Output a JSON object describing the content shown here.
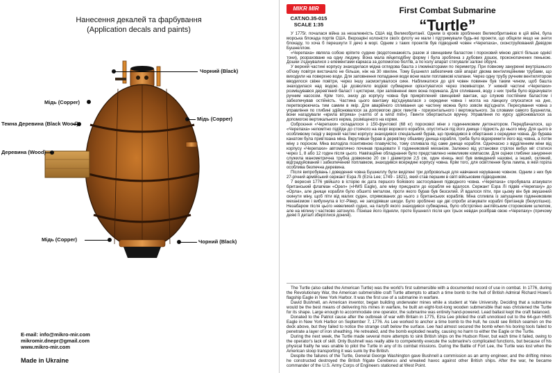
{
  "left": {
    "title_ua": "Нанесення декалей та фарбування",
    "title_en": "(Application decals and paints)",
    "labels": {
      "black_top": "Чорний (Black)",
      "copper_top_left": "Мідь (Copper)",
      "copper_right": "Мідь (Copper)",
      "dark_wood": "Темна Деревина (Black Wood)",
      "wood": "Деревина (Wood)",
      "copper_bottom_left": "Мідь (Copper)",
      "black_bottom": "Чорний (Black)"
    },
    "contact": [
      "E-mail: info@mikro-mir.com",
      "mikromir.dnepr@gmail.com",
      "www.mikro-mir.com"
    ],
    "made_in": "Made in Ukraine"
  },
  "right": {
    "logo": "MIKR MIR",
    "catalog": "CAT.NO.35-015",
    "scale": "SCALE 1:35",
    "title_small": "First Combat Submarine",
    "title_big": "“Turtle”",
    "ua_text": [
      "У 1775г. почалася війна за незалежність США від Великобританії. Одним із кроків зроблених Великобританією в цій війні, була морська блокада портів США. Вюроаріні колоністи своїх флоту не мали і підтримували будь-які проекти, що обіцяли якщо не зняти блокаду, то хоча б перешкути її дечо в морі. Одним з таких проектів був підводний човен «Черепаха», сконструйований Девідом Бушнеллом.",
      "«Черепаха» являла собою кріпите судене (водотоннажність разом зі свинцевим баластом і пороховий міною двісті більше однієї тони), розраховане на одну людину. Вона мала яйцеподібну форму і була зроблена з дубових дошок, проконопачених пенькою. Дошки з'єднувалися з елементами каркаса за допомогою болтів, а по колу апарат стягували залізні обручі.",
      "У верхній частині корпусу знаходилася мідна оглядова башта з ілюмінаторами по периметру. При повному зануренні внутрішнього об'єму повітря вистачало не більше, ніж на 30 хвилин. Тому Бушнелл забезпечив свій апарат двома вентиляційними трубами, що виходили на поверхню води. Для заповнення попадання води вони мали поплавкові клапани. Через одну трубу ручним вентилятором вводилося свіже повітря, через іншу засмоктувалося сике. Наближатися до цілі човен повинен був таким чином, щоб башта знаходилася над водою. Це дозволяло водієві субмарини орієнтуватися через ілюмінатори. У нижній частині «Черепахи» розміщувався дерев'яний баласт і цистерни, при заповненні яких вона поринала. Для спливання, воду з них треба було відкачувати ручним насосом. Крім того, знизу до корпусу човна був прикріплений свинцевий вантаж, що служив постійним баластом і забезпечував остійність. Частина цього вантажу від'єднувалася з середини човна і могла на ланцюгу опускатися на дно, перетворюючись тим самим в якір. Для аварійного спливання цю частину можна було зовсім від'єднати. Пересування човна з управління по глибині здійснювалося за допомогою двох гвинтів - горизонтального і вертикального. За словами самого Бушнелла, вони нагадували «крила вітряка» («arms of a wind mill»). Гвинти обертаються вручну. Управління по курсу здійснювалося за допомогою вертикального керма, розміщеного на корми.",
      "Озброєння «Черепахи» складалося з 150-фунтової (68 кг) порохової міни з годинниковим детонатором. Передбачалося, що «Черепаха» непомітно підійде до стоячого на якорі ворожого корабля, опуститься під його днище і підкисть до нього міну. Для цього в особливому гнізді у верхній частині корпусу знаходився спеціальний бурав, що приводився в обертання з середини човна. До бурава канатом була прив'язана міна. Вкрутивши бурав в дерев'яну обшивку днища корабля, треба було відокремити його від човна, а потім міну з порохом. Міна володіла позитивною плавучістю, тому спливала під саме днище корабля. Одночасно з відділенням міни від корпусу «Черепахи» автоматично починав працювати її годинниковий механізм. Залежно від установки стрілок вибух міг статися через 1, 8 або 12 годин після цього. Навігаційне обладнання було представлено невеликим компасом. Для оцінки глибини занурення служила манометрична трубка довжиною 20 см і діаметром 2,5 см, один кінець якої був виведений назовні, а інший, скляний, відградуйований і забезпечений поплавком, знаходився всередині корпусу човна. Крім того, для освітлення була лампа, в якій горіла особлива безпечна деревина.",
      "Після випробувань і доведення човна Бушнеллу були виділені три добровольця для навчання керуванню човном. Одним з них був 27-річний армійський сержант Езра Лі (Ezra Lee; 1749 - 1821), який став першим в світі військовим підводником.",
      "7 вересня 1776 увійшло в історію як дата першого бойового застосування підводного човна. «Черепаха» спробувала атакувати британський флагман «Орел» («HMS Eagle), але міну приєднати до корабля не вдалося. Сержант Езра Лі підвів «Черепаху» до «Орла», але днище корабля було обшито металом, проти якого бурав був безсилий. Й вдалося піти, при цьому він був змушений скинути міну, щоб піти від малих суден, спрямованих до нього з британських кораблів. Міна спливла із запущеним годинниковим механізмом і вибухнула в Іст-Рівер, не заподіявши шкоди. Було зроблено ще дві спроби атакувати кораблі британців (безуспішно). Незабаром після цього невеликий судно, на палубі якого знаходився субмарина, було обстріляно англійським сторожовим шлюпом, але на мілину і частково затонуло. Пізніше його підняли, проте Бушнелл після цих трьох невдач розібрав свою «Черепаху» (причому деякі її деталі зберіглися донині)."
    ],
    "en_text": [
      "The Turtle (also called the American Turtle) was the world's first submersible with a documented record of use in combat. In 1776, during the Revolutionary War, the American submersible craft Turtle attempts to attach a time bomb to the hull of British Admiral Richard Howe's flagship Eagle in New York Harbor. It was the first use of a submarine in warfare.",
      "David Bushnell, an American inventor, began building underwater mines while a student at Yale University. Deciding that a submarine would be the best means of delivering his mines in warfare, he built an eight-foot-long wooden submersible that was christened the Turtle for its shape. Large enough to accommodate one operator, the submarine was entirely hand-powered. Lead ballast kept the craft balanced.",
      "Donated to the Patriot cause after the outbreak of war with Britain in 1775, Ezra Lee piloted the craft unnoticed out to the 64-gun HMS Eagle in New York Harbor on September 7, 1776. As Lee worked to anchor a time bomb to the hull, he could see British seamen on the deck above, but they failed to notice the strange craft below the surface. Lee had almost secured the bomb when his boring tools failed to penetrate a layer of iron sheathing. He retreated, and the bomb exploded nearby, causing no harm to either the Eagle or the Turtle.",
      "During the next week, the Turtle made several more attempts to sink British ships on the Hudson River, but each time it failed, owing to the operator's lack of skill. Only Bushnell was really able to competently execute the submarine's complicated functions, but because of his physical frailty he was unable to pilot the Turtle in any of its combat missions. During the Battle of Fort Lee, the Turtle was lost when the American sloop transporting it was sunk by the British.",
      "Despite the failures of the Turtle, General George Washington gave Bushnell a commission as an army engineer, and the drifting mines he constructed destroyed the British frigate Cereberus and wreaked havoc against other British ships. After the war, he became commander of the U.S. Army Corps of Engineers stationed at West Point."
    ]
  }
}
